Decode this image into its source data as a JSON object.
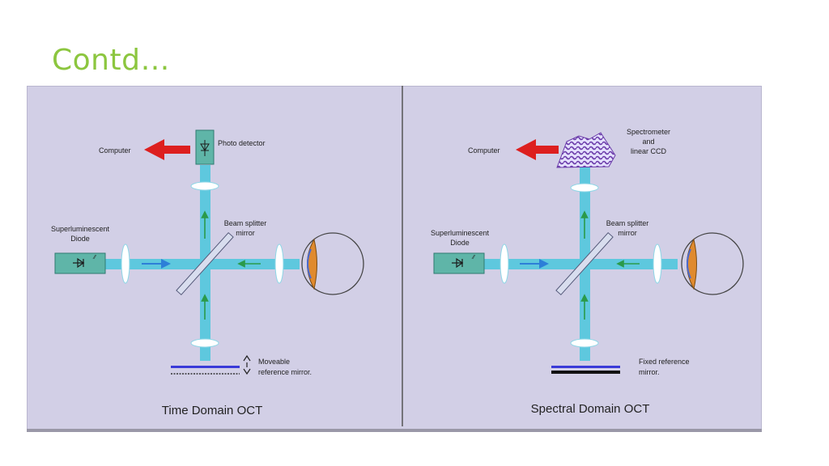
{
  "slide": {
    "title": "Contd…"
  },
  "panels": [
    {
      "caption": "Time Domain OCT",
      "computer": "Computer",
      "detector": "Photo detector",
      "spectrometer": [
        "",
        "",
        ""
      ],
      "source": [
        "Superluminescent",
        "Diode"
      ],
      "splitter": [
        "Beam splitter",
        "mirror"
      ],
      "mirror": [
        "Moveable",
        "reference mirror."
      ]
    },
    {
      "caption": "Spectral Domain OCT",
      "computer": "Computer",
      "detector": "",
      "spectrometer": [
        "Spectrometer",
        "and",
        "linear CCD"
      ],
      "source": [
        "Superluminescent",
        "Diode"
      ],
      "splitter": [
        "Beam splitter",
        "mirror"
      ],
      "mirror": [
        "Fixed reference",
        "mirror."
      ]
    }
  ],
  "colors": {
    "title": "#8cc63f",
    "panel_bg": "#d2cfe6",
    "beam": "#5ec8de",
    "arrow_red": "#dd1f1f",
    "detector": "#5fb5a8",
    "eye_lens": "#e08a2e"
  }
}
